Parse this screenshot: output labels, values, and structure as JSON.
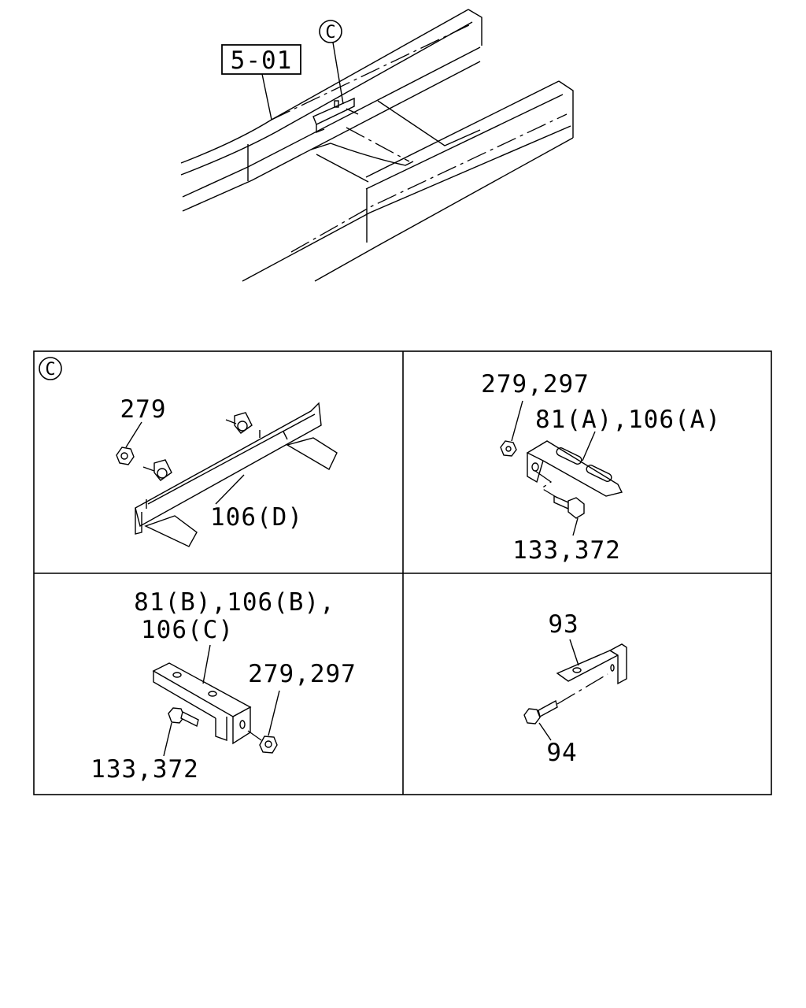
{
  "overview": {
    "ref_box": "5-01",
    "callout": "C"
  },
  "panels": {
    "c": {
      "marker": "C",
      "labels": {
        "nut": "279",
        "bracket": "106(D)"
      }
    },
    "a": {
      "labels": {
        "nut": "279,297",
        "bracket": "81(A),106(A)",
        "bolt": "133,372"
      }
    },
    "b": {
      "labels": {
        "bracket_line1": "81(B),106(B),",
        "bracket_line2": "106(C)",
        "nut": "279,297",
        "bolt": "133,372"
      }
    },
    "d": {
      "labels": {
        "bracket": "93",
        "bolt": "94"
      }
    }
  }
}
